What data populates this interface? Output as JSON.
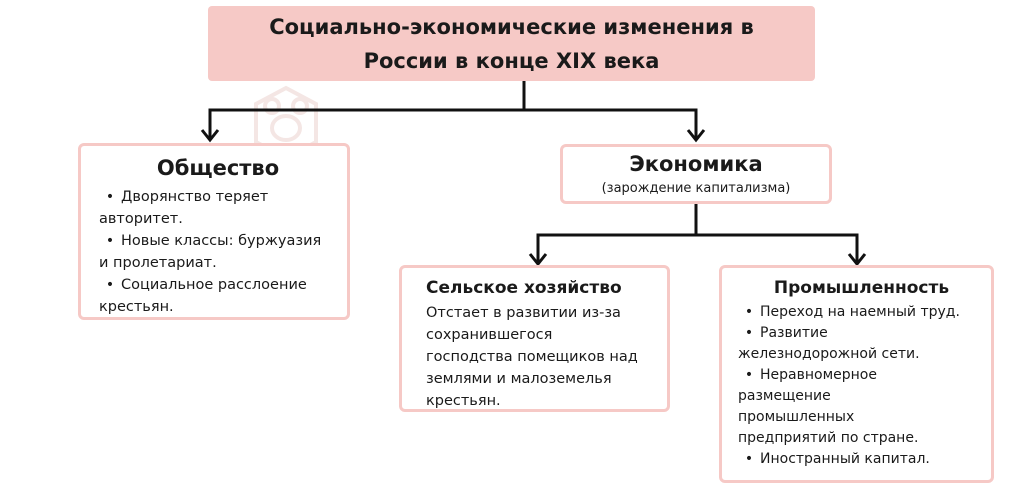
{
  "title": {
    "line1": "Социально-экономические изменения в",
    "line2": "России в конце XIX века"
  },
  "society": {
    "heading": "Общество",
    "items": [
      {
        "line1": "Дворянство теряет",
        "line2": "авторитет."
      },
      {
        "line1": "Новые классы: буржуазия",
        "line2": "и пролетариат."
      },
      {
        "line1": "Социальное расслоение",
        "line2": "крестьян."
      }
    ]
  },
  "economy": {
    "heading": "Экономика",
    "subtitle": "(зарождение капитализма)"
  },
  "agriculture": {
    "heading": "Сельское хозяйство",
    "lines": [
      "Отстает в развитии из-за",
      "сохранившегося",
      "господства помещиков над",
      "землями и малоземелья",
      "крестьян."
    ]
  },
  "industry": {
    "heading": "Промышленность",
    "items": [
      {
        "lines": [
          "Переход на наемный труд."
        ]
      },
      {
        "lines": [
          "Развитие",
          "железнодорожной сети."
        ]
      },
      {
        "lines": [
          "Неравномерное",
          "размещение",
          "промышленных",
          "предприятий по стране."
        ]
      },
      {
        "lines": [
          "Иностранный капитал."
        ]
      }
    ]
  },
  "colors": {
    "accent": "#f6c9c6",
    "line": "#111111"
  }
}
